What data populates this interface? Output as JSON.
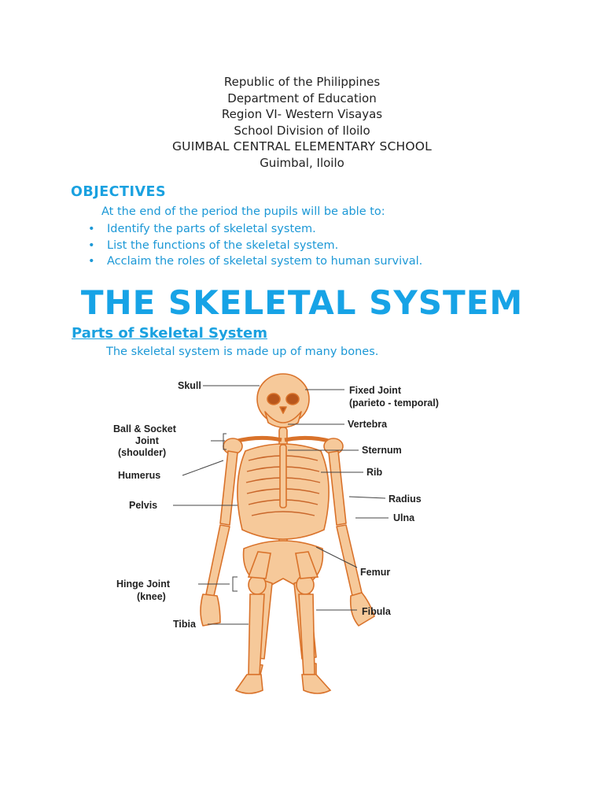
{
  "header": {
    "line1": "Republic of the Philippines",
    "line2": "Department of Education",
    "line3": "Region VI- Western Visayas",
    "line4": "School Division of Iloilo",
    "school": "GUIMBAL CENTRAL ELEMENTARY SCHOOL",
    "location": "Guimbal, Iloilo"
  },
  "objectives": {
    "title": "OBJECTIVES",
    "intro": "At the end of the period the pupils will be able to:",
    "items": [
      "Identify the parts of skeletal system.",
      "List the functions of the skeletal system.",
      "Acclaim the roles of skeletal system to human survival."
    ]
  },
  "main_title": "THE SKELETAL SYSTEM",
  "parts": {
    "title": "Parts of Skeletal System",
    "description": "The skeletal system is made up of many bones."
  },
  "diagram": {
    "labels": {
      "skull": "Skull",
      "fixed_joint": "Fixed Joint",
      "fixed_joint_sub": "(parieto - temporal)",
      "ball_socket_1": "Ball & Socket",
      "ball_socket_2": "Joint",
      "ball_socket_3": "(shoulder)",
      "vertebra": "Vertebra",
      "sternum": "Sternum",
      "humerus": "Humerus",
      "rib": "Rib",
      "radius": "Radius",
      "pelvis": "Pelvis",
      "ulna": "Ulna",
      "femur": "Femur",
      "hinge_joint": "Hinge Joint",
      "hinge_joint_sub": "(knee)",
      "fibula": "Fibula",
      "tibia": "Tibia"
    }
  },
  "colors": {
    "accent_blue": "#1aa1e0",
    "bone_fill": "#f6c99a",
    "bone_stroke": "#d9722a"
  }
}
